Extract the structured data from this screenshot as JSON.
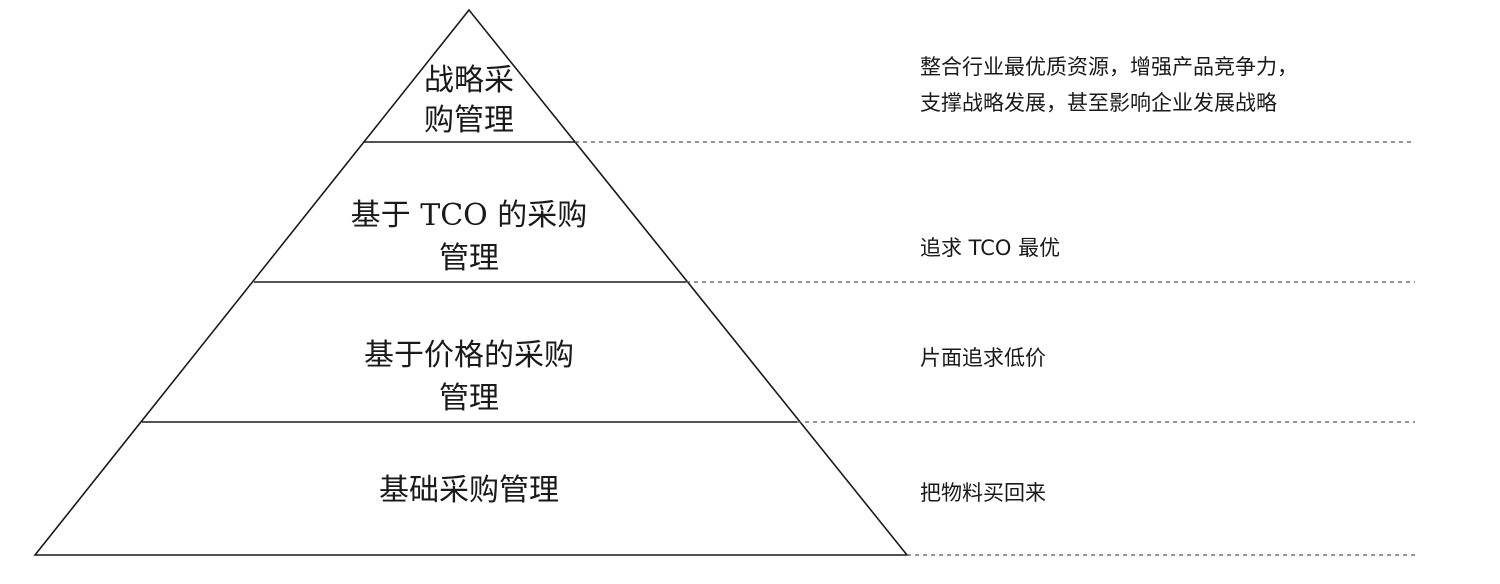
{
  "levels": [
    {
      "label_lines": [
        "战略采",
        "购管理"
      ],
      "description_lines": [
        "整合行业最优质资源，增强产品竞争力，",
        "支撑战略发展，甚至影响企业发展战略"
      ]
    },
    {
      "label_lines": [
        "基于 TCO 的采购",
        "管理"
      ],
      "description_lines": [
        "追求 TCO 最优"
      ]
    },
    {
      "label_lines": [
        "基于价格的采购",
        "管理"
      ],
      "description_lines": [
        "片面追求低价"
      ]
    },
    {
      "label_lines": [
        "基础采购管理"
      ],
      "description_lines": [
        "把物料买回来"
      ]
    }
  ],
  "colors": {
    "line": "#1a1a1a",
    "dashed": "#555555"
  }
}
